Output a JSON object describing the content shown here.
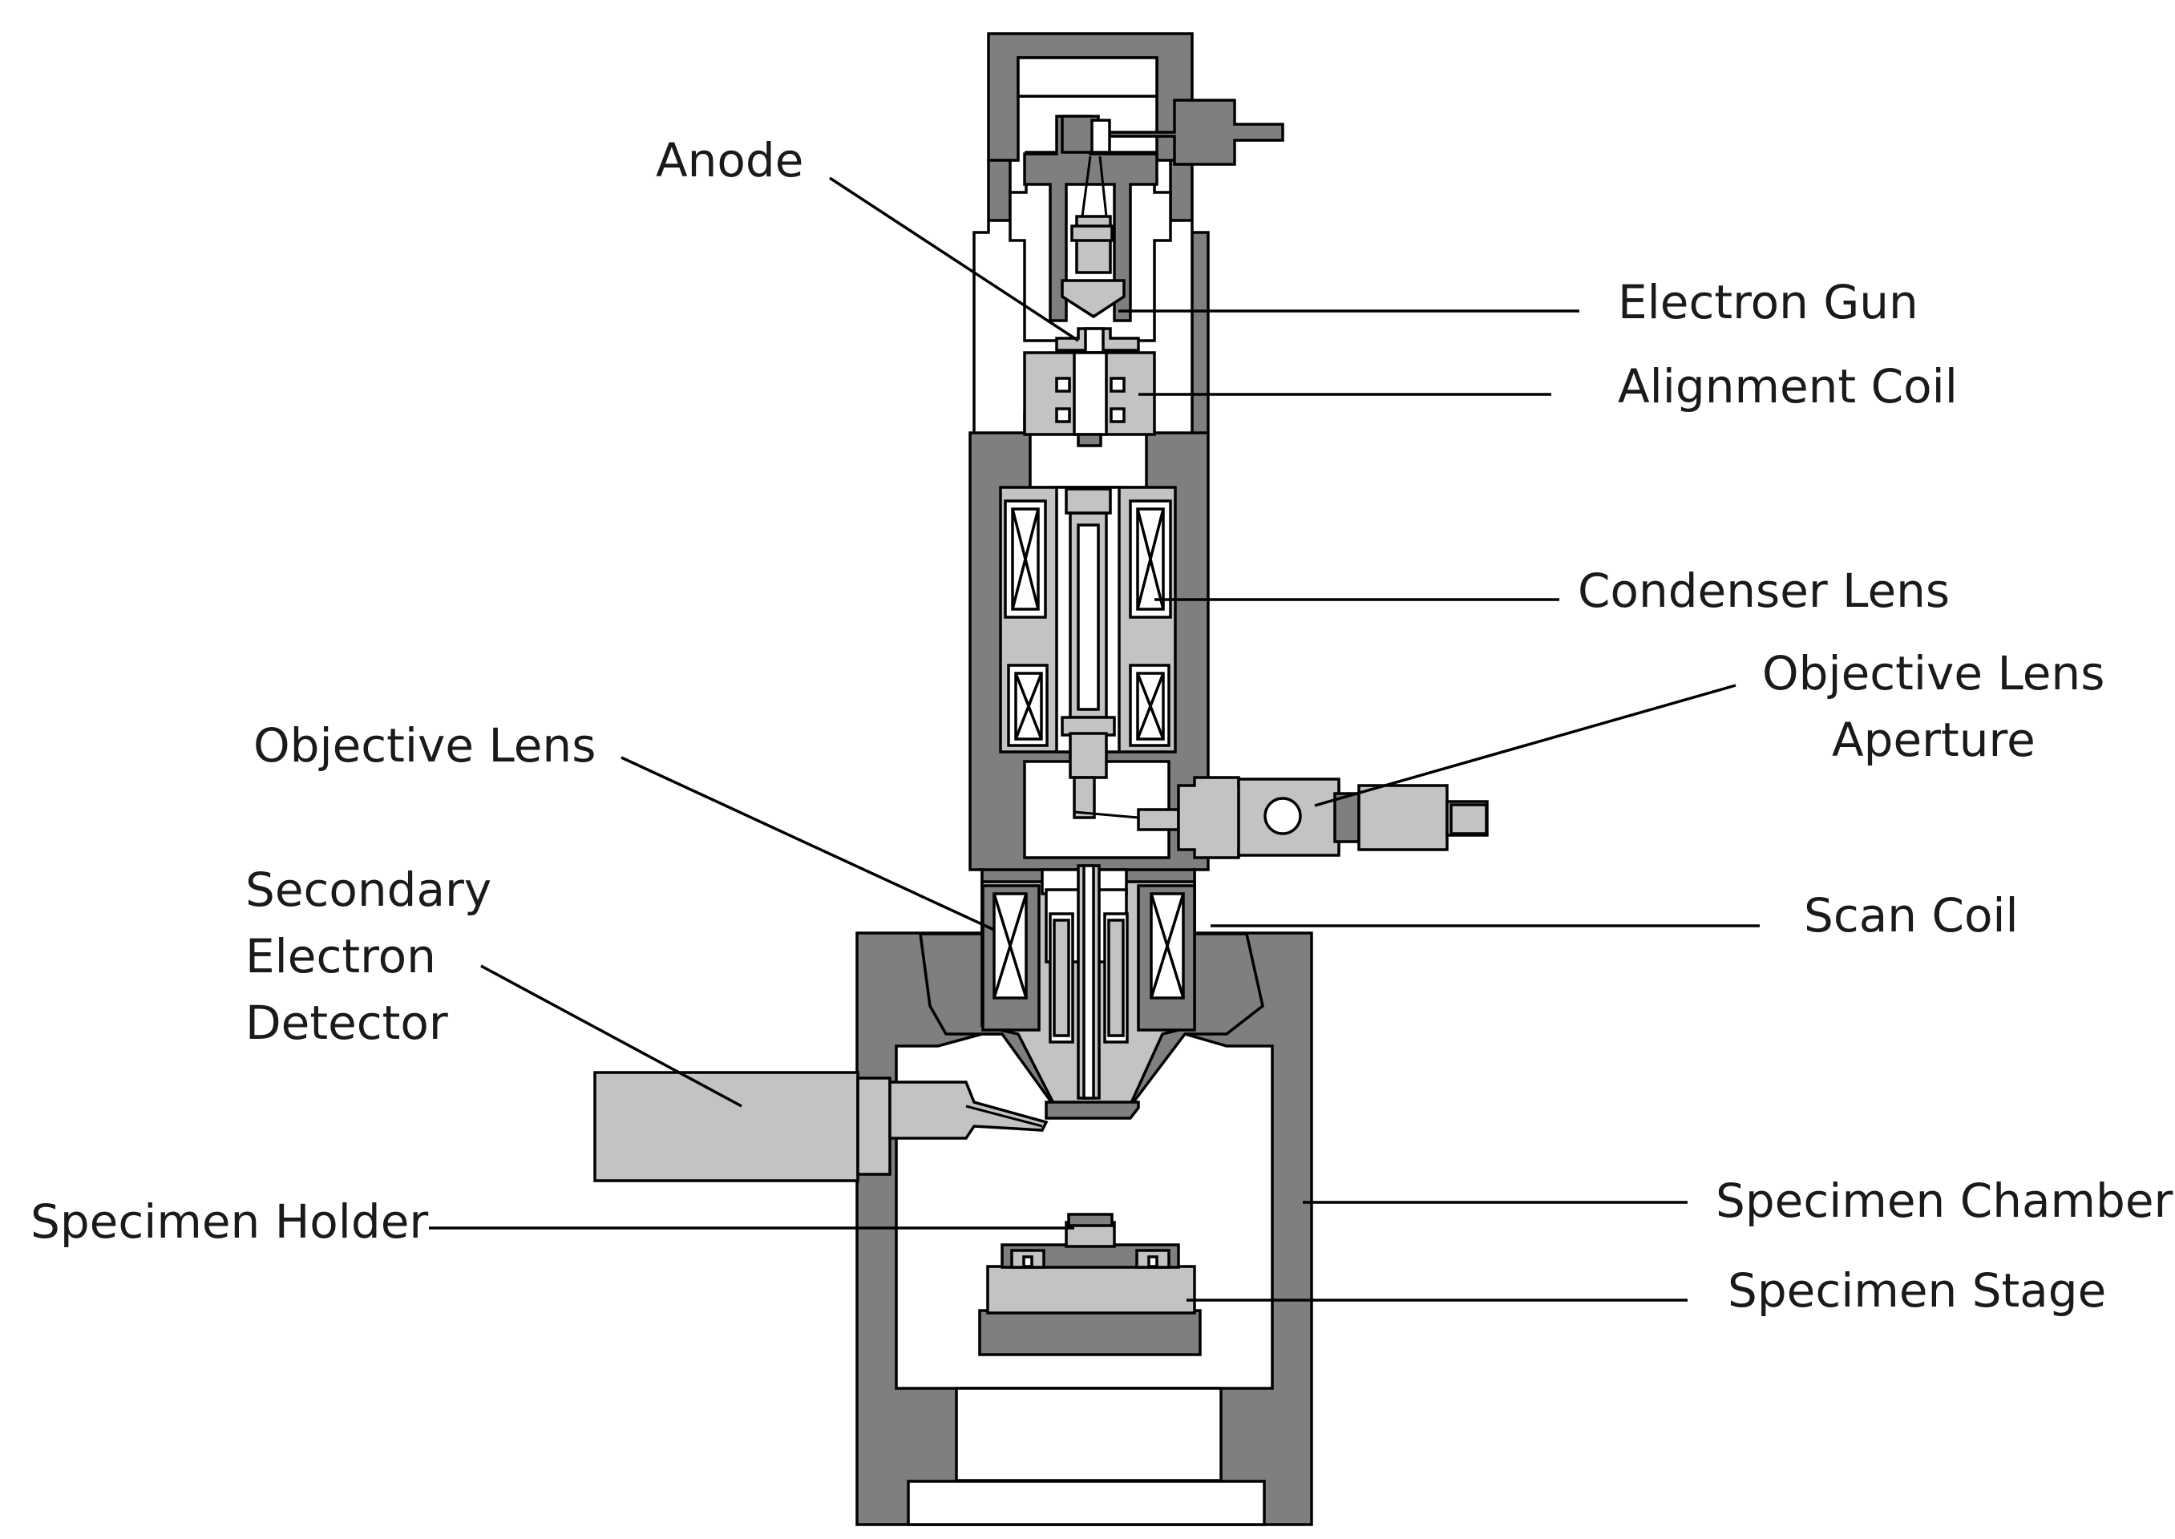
{
  "labels": {
    "anode": "Anode",
    "electron_gun": "Electron Gun",
    "alignment_coil": "Alignment Coil",
    "condenser_lens": "Condenser Lens",
    "objective_lens_aperture_line1": "Objective Lens",
    "objective_lens_aperture_line2": "Aperture",
    "objective_lens": "Objective Lens",
    "secondary_electron_detector_line1": "Secondary",
    "secondary_electron_detector_line2": "Electron",
    "secondary_electron_detector_line3": "Detector",
    "scan_coil": "Scan Coil",
    "specimen_chamber": "Specimen Chamber",
    "specimen_holder": "Specimen Holder",
    "specimen_stage": "Specimen Stage"
  },
  "colors": {
    "dark_gray": "#7f7f7f",
    "light_gray": "#c3c3c3",
    "line": "#000000"
  }
}
